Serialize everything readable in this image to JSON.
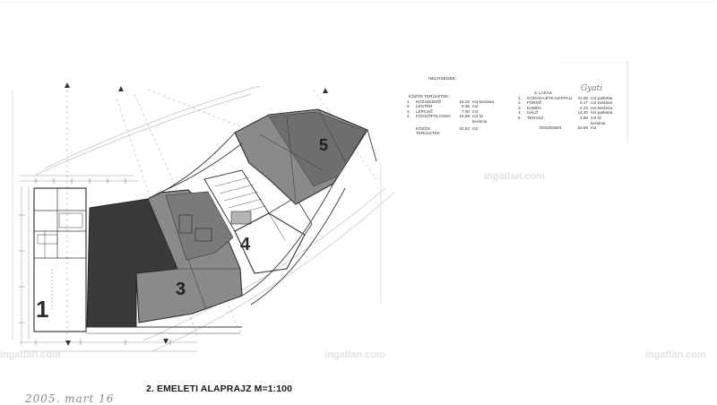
{
  "drawing": {
    "title": "2. EMELETI ALAPRAJZ M=1:100",
    "handwriting_bottom": "2005. mart 16",
    "handwriting_corner": "Gyati"
  },
  "rooms_table": {
    "heading": "HELYISÉGEK:",
    "common": {
      "header": "KÖZÖS TERÜLETEK",
      "rows": [
        {
          "num": "1.",
          "name": "KÖZLEKEDŐ",
          "area": "16.26",
          "unit": "m2",
          "finish": "kerámia"
        },
        {
          "num": "2.",
          "name": "LÉGTÉR",
          "area": "6.35",
          "unit": "m2",
          "finish": ""
        },
        {
          "num": "3.",
          "name": "LÉPCSŐ",
          "area": "7.00",
          "unit": "m2",
          "finish": ""
        },
        {
          "num": "4.",
          "name": "FÜGGŐFOLYOSÓ",
          "area": "16.68",
          "unit": "m2",
          "finish": "fd. kerámia"
        }
      ],
      "total_label": "KÖZÖS TERÜLETEK",
      "total_area": "32.83",
      "total_unit": "m2"
    },
    "apartment": {
      "header": "3. LAKÁS",
      "rows": [
        {
          "num": "1.",
          "name": "KONYHA-ÉTK-NAPPALI",
          "area": "41.06",
          "unit": "m2",
          "finish": "parketta"
        },
        {
          "num": "2.",
          "name": "FÜRDŐ",
          "area": "5.17",
          "unit": "m2",
          "finish": "kerámia"
        },
        {
          "num": "3.",
          "name": "KAMRA",
          "area": "2.43",
          "unit": "m2",
          "finish": "kerámia"
        },
        {
          "num": "4.",
          "name": "HÁLÓ",
          "area": "14.30",
          "unit": "m2",
          "finish": "parketta"
        },
        {
          "num": "5.",
          "name": "TERASZ",
          "area": "4.96",
          "unit": "m2",
          "finish": "fd. kerámia"
        }
      ],
      "total_label": "ÖSSZESEN",
      "total_area": "62.96",
      "total_unit": "m2"
    }
  },
  "unit_numbers": {
    "u1": "1",
    "u3": "3",
    "u4": "4",
    "u5": "5"
  },
  "watermarks": {
    "center_right": "ingatlan.com",
    "bottom_left": "ingatlan.com",
    "bottom_center": "ingatlan.com",
    "bottom_right": "ingatlan.com"
  },
  "colors": {
    "background": "#ffffff",
    "line": "#4a4a4a",
    "dark_fill": "#3c3c3c",
    "mid_fill": "#8a8a8a"
  }
}
